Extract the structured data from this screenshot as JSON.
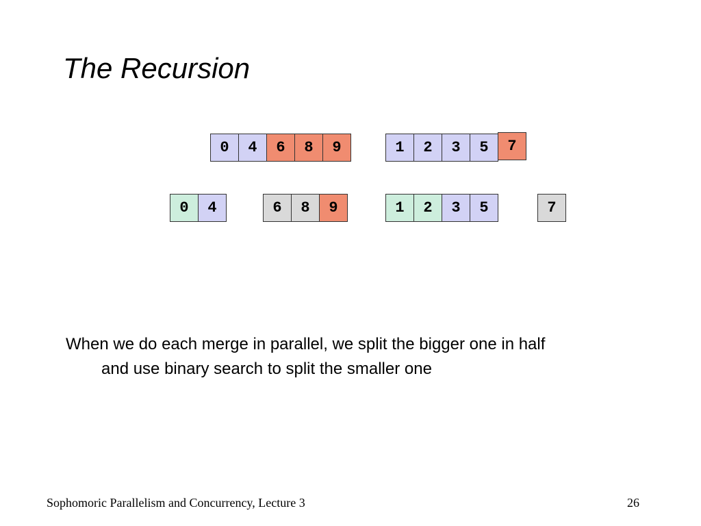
{
  "slide": {
    "title": "The Recursion",
    "body_line1": "When we do each merge in parallel, we split the bigger one in half",
    "body_line2": "and use binary search to split the smaller one",
    "footer_left": "Sophomoric Parallelism and Concurrency, Lecture 3",
    "page_number": "26"
  },
  "colors": {
    "lavender": "#d2d2f5",
    "salmon": "#f08c70",
    "mint": "#cdeedd",
    "gray": "#d9d9d9"
  },
  "arrays": {
    "top_left": [
      {
        "value": "0",
        "color": "lavender"
      },
      {
        "value": "4",
        "color": "lavender"
      },
      {
        "value": "6",
        "color": "salmon"
      },
      {
        "value": "8",
        "color": "salmon"
      },
      {
        "value": "9",
        "color": "salmon"
      }
    ],
    "top_right": [
      {
        "value": "1",
        "color": "lavender"
      },
      {
        "value": "2",
        "color": "lavender"
      },
      {
        "value": "3",
        "color": "lavender"
      },
      {
        "value": "5",
        "color": "lavender"
      },
      {
        "value": "7",
        "color": "salmon"
      }
    ],
    "bottom_a": [
      {
        "value": "0",
        "color": "mint"
      },
      {
        "value": "4",
        "color": "lavender"
      }
    ],
    "bottom_b": [
      {
        "value": "6",
        "color": "gray"
      },
      {
        "value": "8",
        "color": "gray"
      },
      {
        "value": "9",
        "color": "salmon"
      }
    ],
    "bottom_c": [
      {
        "value": "1",
        "color": "mint"
      },
      {
        "value": "2",
        "color": "mint"
      },
      {
        "value": "3",
        "color": "lavender"
      },
      {
        "value": "5",
        "color": "lavender"
      }
    ],
    "bottom_d": [
      {
        "value": "7",
        "color": "gray"
      }
    ]
  }
}
